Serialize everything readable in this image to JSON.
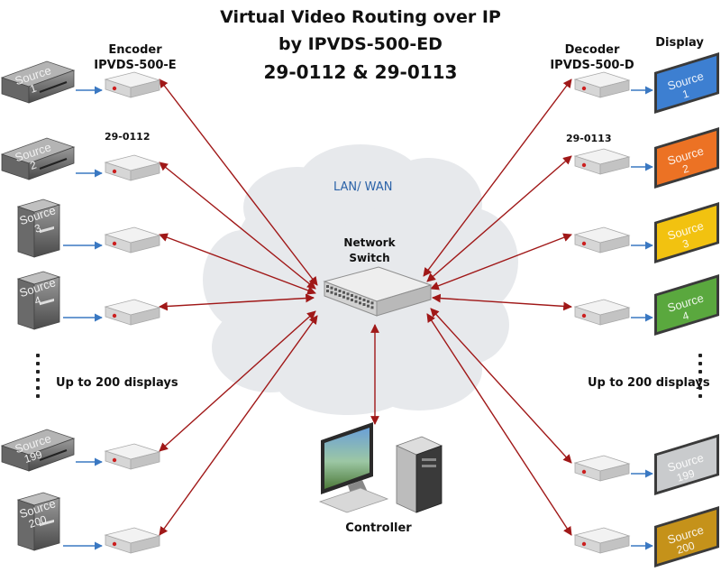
{
  "title": {
    "line1": "Virtual Video Routing over IP",
    "line2": "by IPVDS-500-ED",
    "line3": "29-0112 & 29-0113"
  },
  "encoder": {
    "label": "Encoder",
    "model": "IPVDS-500-E",
    "code": "29-0112"
  },
  "decoder": {
    "label": "Decoder",
    "model": "IPVDS-500-D",
    "code": "29-0113"
  },
  "display_header": "Display",
  "network": {
    "cloud_label": "LAN/ WAN",
    "switch_label_1": "Network",
    "switch_label_2": "Switch"
  },
  "controller_label": "Controller",
  "up_to_left": "Up to 200 displays",
  "up_to_right": "Up to 200 displays",
  "sources": [
    {
      "label": "Source",
      "num": "1",
      "kind": "box"
    },
    {
      "label": "Source",
      "num": "2",
      "kind": "box"
    },
    {
      "label": "Source",
      "num": "3",
      "kind": "tower"
    },
    {
      "label": "Source",
      "num": "4",
      "kind": "tower"
    },
    {
      "label": "Source",
      "num": "199",
      "kind": "box"
    },
    {
      "label": "Source",
      "num": "200",
      "kind": "tower"
    }
  ],
  "displays": [
    {
      "label": "Source",
      "num": "1",
      "color": "#3d7fd1"
    },
    {
      "label": "Source",
      "num": "2",
      "color": "#ec7224"
    },
    {
      "label": "Source",
      "num": "3",
      "color": "#f2c210"
    },
    {
      "label": "Source",
      "num": "4",
      "color": "#5aa83e"
    },
    {
      "label": "Source",
      "num": "199",
      "color": "#c9cbcd"
    },
    {
      "label": "Source",
      "num": "200",
      "color": "#c5921a"
    }
  ],
  "colors": {
    "arrow_red": "#a01818",
    "arrow_blue": "#3a78c2",
    "cloud": "#e7e9ec",
    "device": "#e4e4e4"
  }
}
